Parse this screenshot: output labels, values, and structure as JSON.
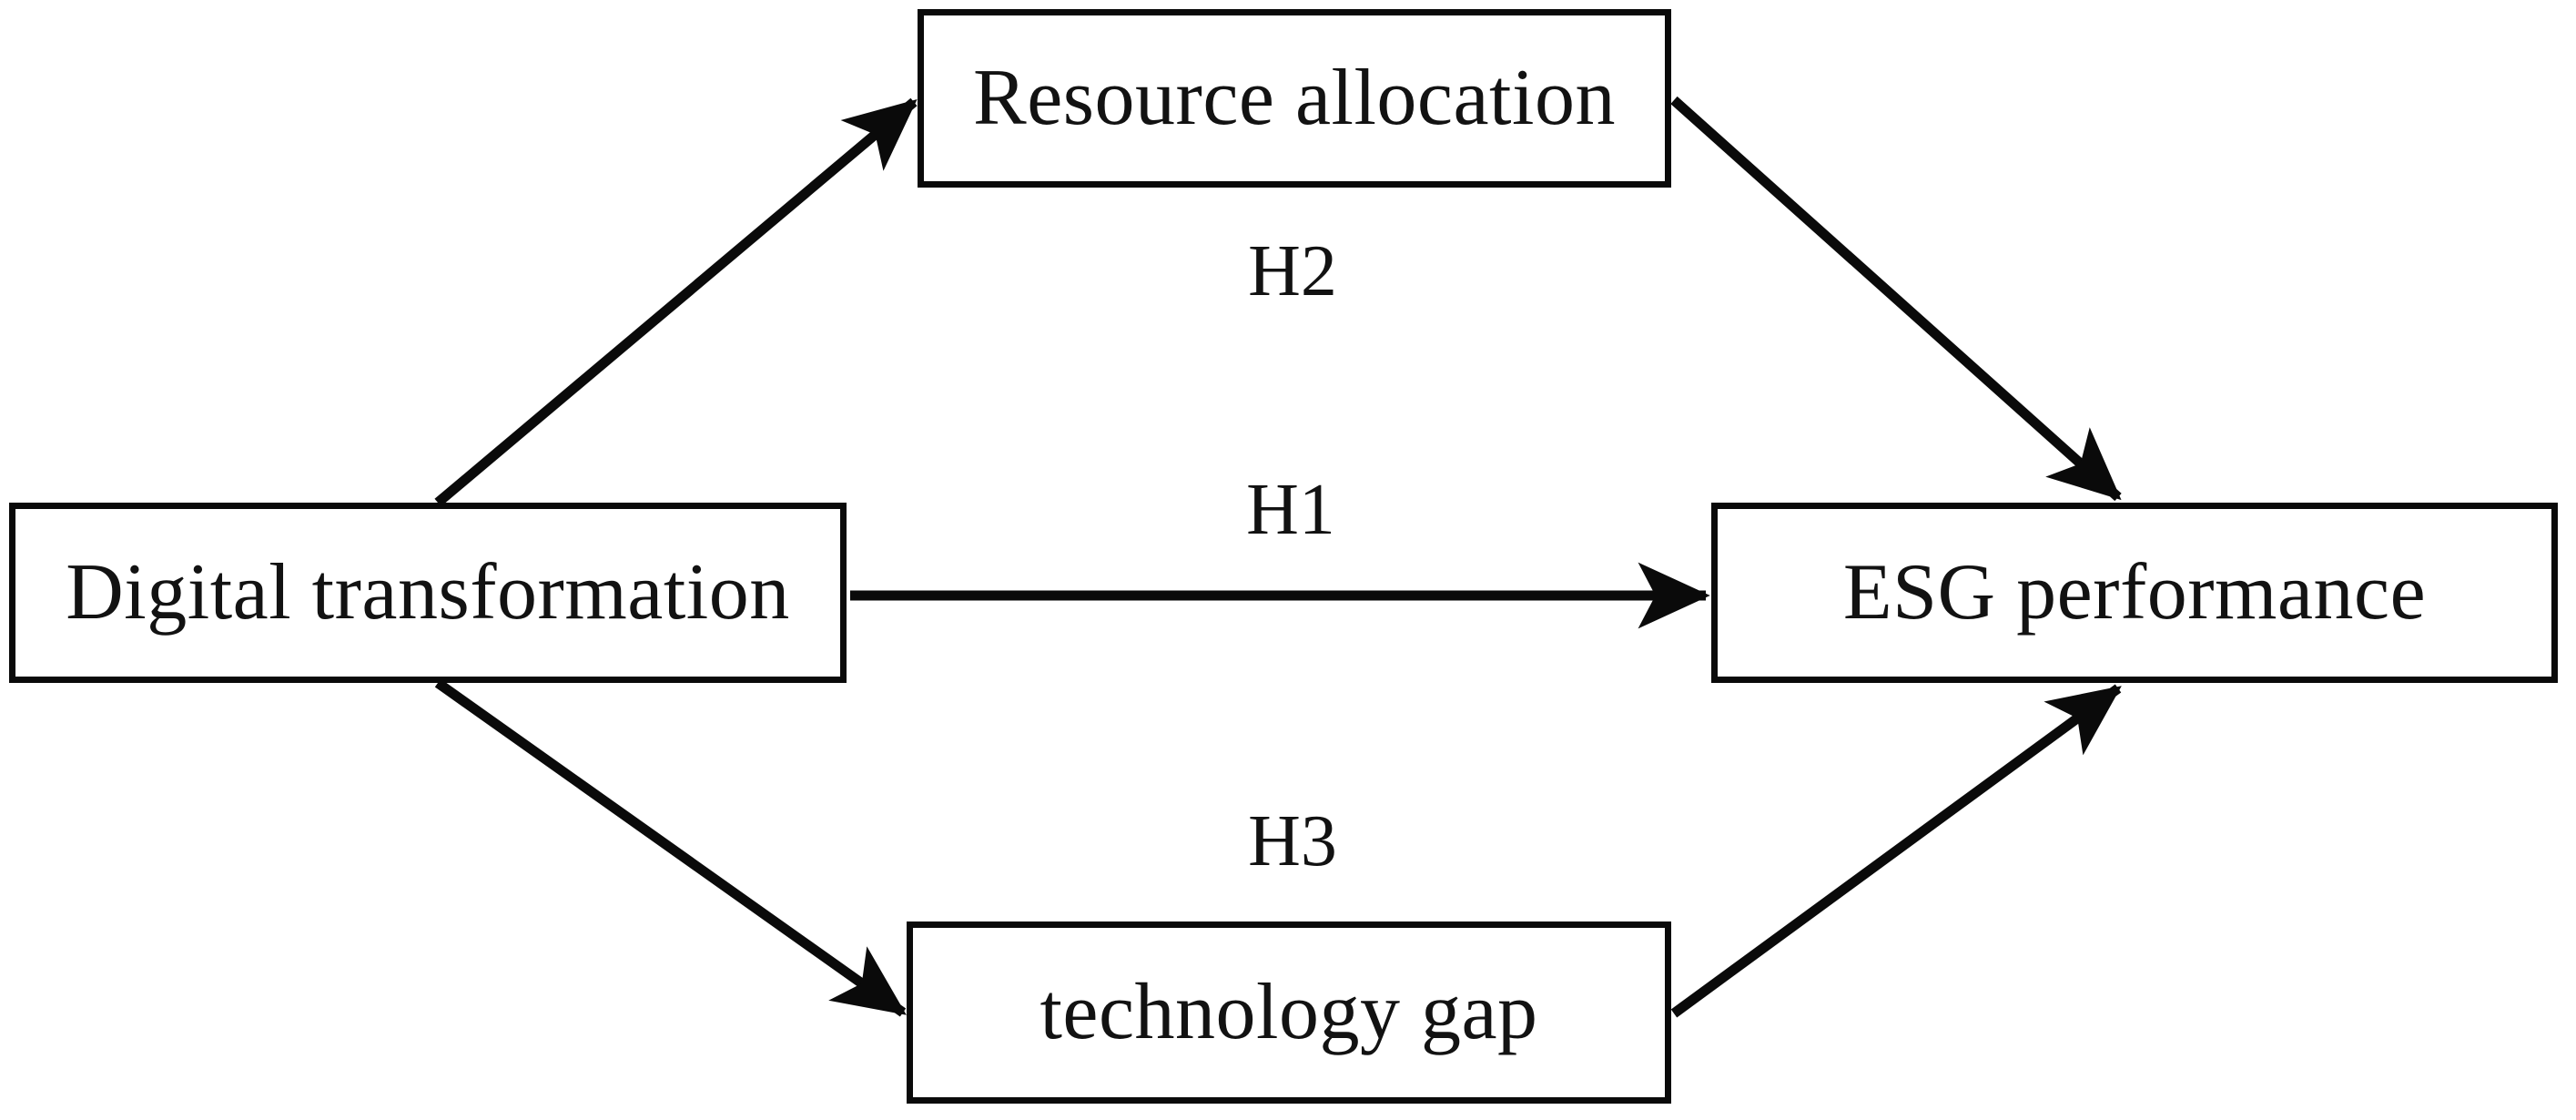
{
  "diagram": {
    "type": "conceptual-research-model",
    "background_color": "#ffffff",
    "line_color": "#0a0a0a",
    "text_color": "#121212",
    "nodes": [
      {
        "id": "digital_transformation",
        "label": "Digital transformation",
        "role": "independent-variable"
      },
      {
        "id": "resource_allocation",
        "label": "Resource allocation",
        "role": "mediator-upper"
      },
      {
        "id": "technology_gap",
        "label": "technology gap",
        "role": "mediator-lower"
      },
      {
        "id": "esg_performance",
        "label": "ESG performance",
        "role": "dependent-variable"
      }
    ],
    "edges": [
      {
        "id": "h1",
        "label": "H1",
        "from": "digital_transformation",
        "to": "esg_performance",
        "shape": "straight"
      },
      {
        "id": "h2",
        "label": "H2",
        "from": "digital_transformation",
        "to": "resource_allocation",
        "shape": "diagonal-up"
      },
      {
        "id": "h2b",
        "label": "",
        "from": "resource_allocation",
        "to": "esg_performance",
        "shape": "diagonal-down"
      },
      {
        "id": "h3",
        "label": "H3",
        "from": "digital_transformation",
        "to": "technology_gap",
        "shape": "diagonal-down"
      },
      {
        "id": "h3b",
        "label": "",
        "from": "technology_gap",
        "to": "esg_performance",
        "shape": "diagonal-up"
      }
    ],
    "labels": {
      "h1": "H1",
      "h2": "H2",
      "h3": "H3"
    }
  }
}
